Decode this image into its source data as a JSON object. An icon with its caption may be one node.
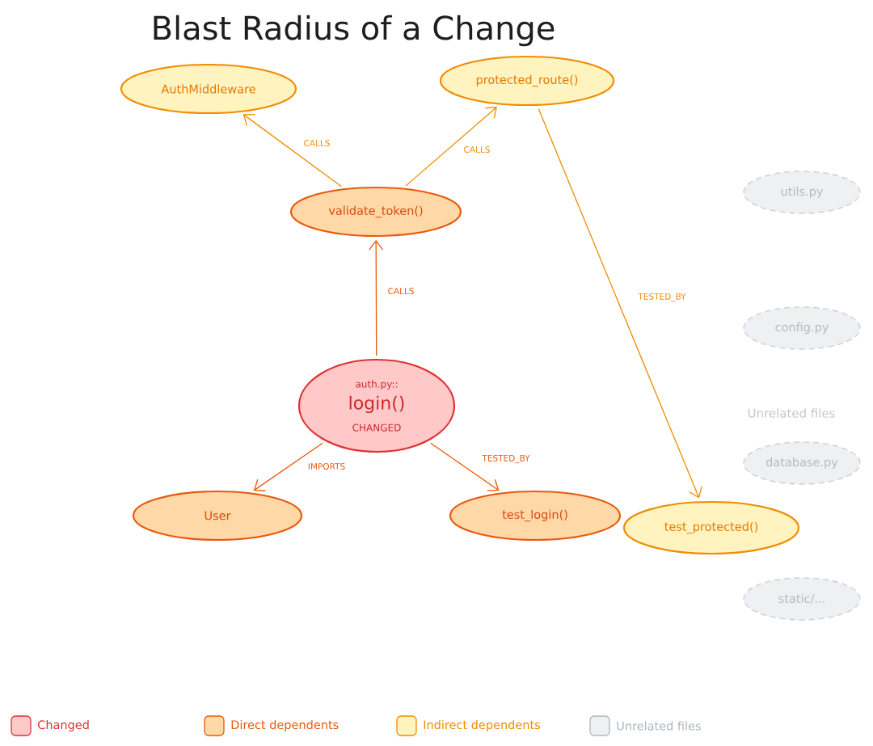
{
  "diagram": {
    "title": "Blast Radius of a Change",
    "nodes": [
      {
        "text": [
          "AuthMiddleware"
        ]
      },
      {
        "text": [
          "protected_route()"
        ]
      },
      {
        "text": [
          "validate_token()"
        ]
      },
      {
        "text": [
          "auth.py::",
          "login()",
          "CHANGED"
        ]
      },
      {
        "text": [
          "User"
        ]
      },
      {
        "text": [
          "test_login()"
        ]
      },
      {
        "text": [
          "test_protected()"
        ]
      },
      {
        "text": [
          "utils.py"
        ]
      },
      {
        "text": [
          "config.py"
        ]
      },
      {
        "text": [
          "database.py"
        ]
      },
      {
        "text": [
          "static/..."
        ]
      }
    ],
    "edges": [
      {
        "from": 2,
        "to": 0,
        "arrow": "to",
        "label": "CALLS",
        "color": "#f08c00"
      },
      {
        "from": 2,
        "to": 1,
        "arrow": "to",
        "label": "CALLS",
        "color": "#f08c00"
      },
      {
        "from": 3,
        "to": 2,
        "arrow": "to",
        "label": "CALLS"
      },
      {
        "from": 1,
        "to": 6,
        "arrow": "to",
        "label": "TESTED_BY",
        "color": "#f08c00"
      },
      {
        "from": 3,
        "to": 4,
        "arrow": "to",
        "label": "IMPORTS"
      },
      {
        "from": 3,
        "to": 5,
        "arrow": "to",
        "label": "TESTED_BY"
      }
    ],
    "labels": [
      "Unrelated files"
    ],
    "legend": [
      {
        "text": "Changed",
        "color": "#ffc9c9"
      },
      {
        "text": "Direct dependents",
        "color": "#ffd8a8"
      },
      {
        "text": "Indirect dependents",
        "color": "#fff3bf"
      },
      {
        "text": "Unrelated files",
        "color": "#eef0f2"
      }
    ]
  }
}
